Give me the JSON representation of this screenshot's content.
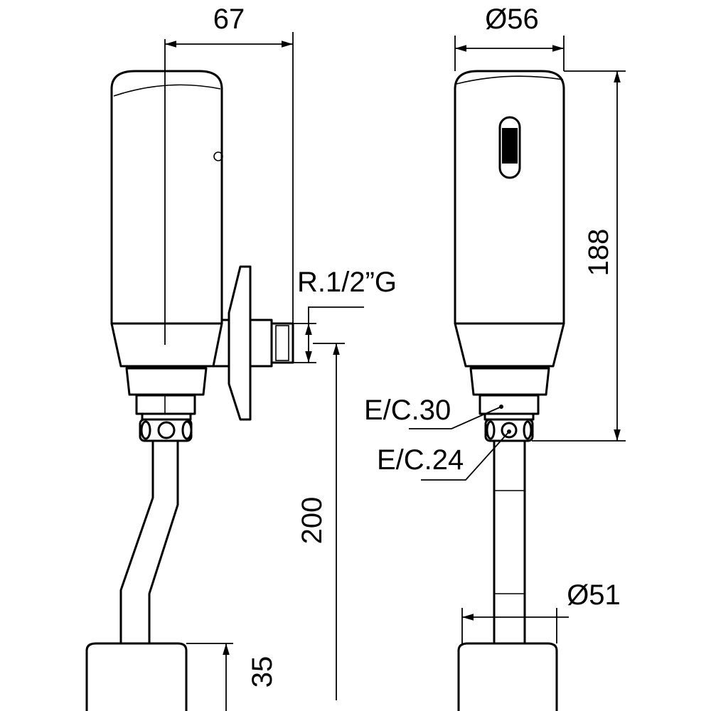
{
  "dimensions": {
    "width_67": "67",
    "thread": "R.1/2”G",
    "height_200": "200",
    "base_35": "35",
    "diameter_56": "Ø56",
    "height_188": "188",
    "diameter_51": "Ø51",
    "wrench_30": "E/C.30",
    "wrench_24": "E/C.24"
  }
}
